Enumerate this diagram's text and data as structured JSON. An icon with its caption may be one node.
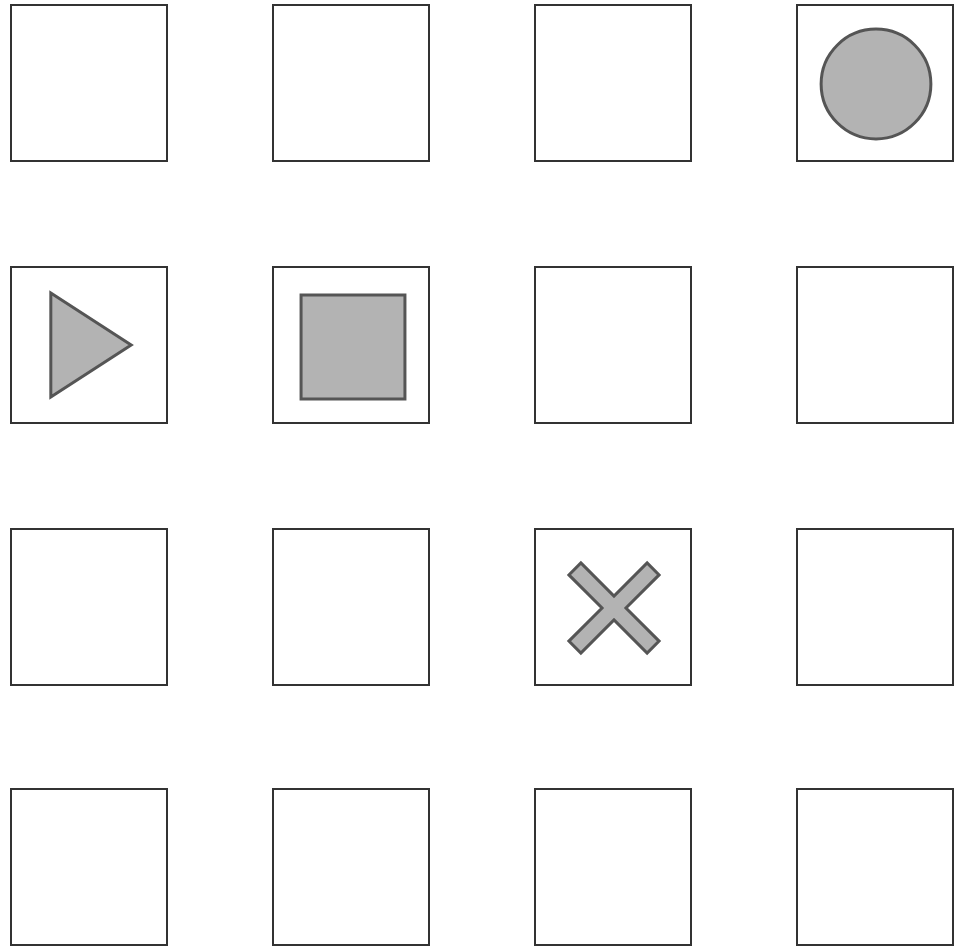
{
  "diagram": {
    "nodes": [
      {
        "text": [],
        "shape": "box"
      },
      {
        "text": [],
        "shape": "box"
      },
      {
        "text": [],
        "shape": "box"
      },
      {
        "text": [],
        "shape": "box"
      },
      {
        "text": [],
        "shape": "circle",
        "in": 3
      },
      {
        "text": [],
        "shape": "box"
      },
      {
        "text": [],
        "shape": "triangle",
        "in": 5
      },
      {
        "text": [],
        "shape": "box"
      },
      {
        "text": [],
        "shape": "square",
        "in": 7
      },
      {
        "text": [],
        "shape": "box"
      },
      {
        "text": [],
        "shape": "box"
      },
      {
        "text": [],
        "shape": "box"
      },
      {
        "text": [],
        "shape": "box"
      },
      {
        "text": [],
        "shape": "box"
      },
      {
        "text": [],
        "shape": "cross",
        "in": 13
      },
      {
        "text": [],
        "shape": "box"
      },
      {
        "text": [],
        "shape": "box"
      },
      {
        "text": [],
        "shape": "box"
      },
      {
        "text": [],
        "shape": "box"
      },
      {
        "text": [],
        "shape": "box"
      }
    ]
  }
}
